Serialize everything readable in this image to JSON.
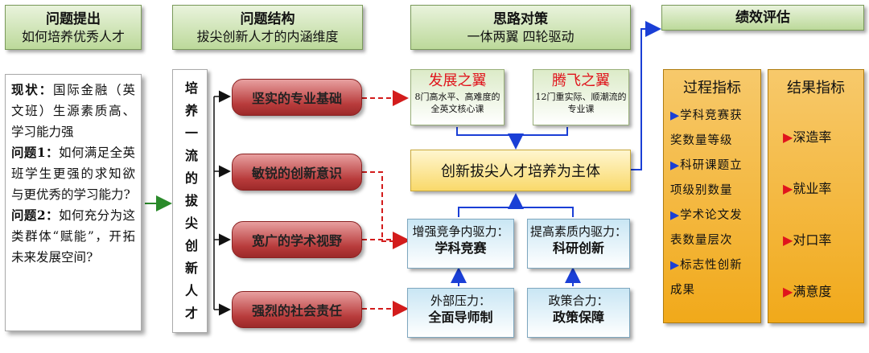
{
  "columns": [
    {
      "title": "问题提出",
      "subtitle": "如何培养优秀人才"
    },
    {
      "title": "问题结构",
      "subtitle": "拔尖创新人才的内涵维度"
    },
    {
      "title": "思路对策",
      "subtitle": "一体两翼  四轮驱动"
    },
    {
      "title": "绩效评估",
      "subtitle": ""
    }
  ],
  "problem_panel": {
    "status_label": "现状：",
    "status_text": "国际金融（英文班）生源素质高、学习能力强",
    "q1_label": "问题1：",
    "q1_text": "如何满足全英班学生更强的求知欲与更优秀的学习能力?",
    "q2_label": "问题2：",
    "q2_text": "如何充分为这类群体“赋能”，开拓未来发展空间?"
  },
  "goal_vertical": "培养一流的拔尖创新人才",
  "dimensions": [
    "坚实的专业基础",
    "敏锐的创新意识",
    "宽广的学术视野",
    "强烈的社会责任"
  ],
  "wings": [
    {
      "title": "发展之翼",
      "desc": "8门高水平、高难度的全英文核心课"
    },
    {
      "title": "腾飞之翼",
      "desc": "12门重实际、顺潮流的专业课"
    }
  ],
  "core_body": "创新拔尖人才培养为主体",
  "drivers": [
    {
      "line1": "增强竞争内驱力：",
      "line2": "学科竞赛"
    },
    {
      "line1": "提高素质内驱力：",
      "line2": "科研创新"
    },
    {
      "line1": "外部压力：",
      "line2": "全面导师制"
    },
    {
      "line1": "政策合力：",
      "line2": "政策保障"
    }
  ],
  "process_indicators": {
    "title": "过程指标",
    "items": [
      "学科竞赛获奖数量等级",
      "科研课题立项级别数量",
      "学术论文发表数量层次",
      "标志性创新成果"
    ]
  },
  "result_indicators": {
    "title": "结果指标",
    "items": [
      "深造率",
      "就业率",
      "对口率",
      "满意度"
    ]
  },
  "colors": {
    "header_green": "#bcd99a",
    "dimension_red": "#b83b3b",
    "wing_green": "#dcebc8",
    "driver_blue": "#c9e6f4",
    "indicator_orange": "#f1a91a",
    "arrow_blue": "#1a3fd6",
    "dash_red": "#d31c1c",
    "arrow_green": "#2a8a2a"
  }
}
